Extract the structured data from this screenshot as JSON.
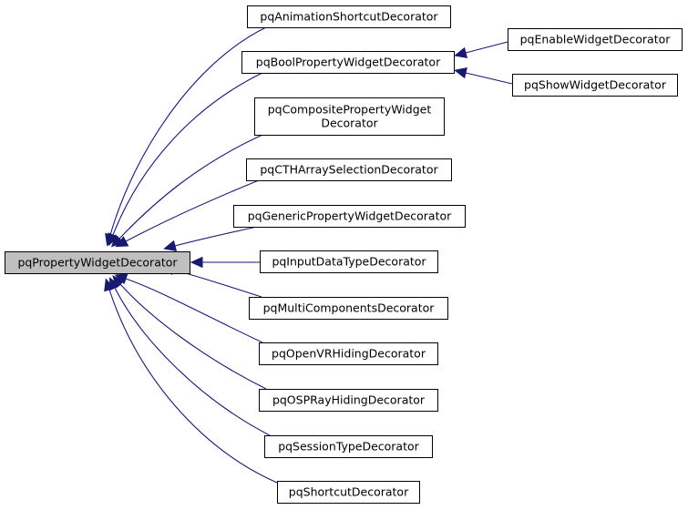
{
  "diagram": {
    "type": "inheritance-graph",
    "colors": {
      "edge": "#191970",
      "root_fill": "#bfbfbf",
      "node_fill": "#ffffff",
      "node_border": "#000000"
    },
    "root": {
      "id": "root",
      "label": "pqPropertyWidgetDecorator"
    },
    "nodes": [
      {
        "id": "animation",
        "label": "pqAnimationShortcutDecorator"
      },
      {
        "id": "bool",
        "label": "pqBoolPropertyWidgetDecorator"
      },
      {
        "id": "enable",
        "label": "pqEnableWidgetDecorator"
      },
      {
        "id": "show",
        "label": "pqShowWidgetDecorator"
      },
      {
        "id": "composite",
        "label": "pqCompositePropertyWidget Decorator",
        "lines": [
          "pqCompositePropertyWidget",
          "Decorator"
        ]
      },
      {
        "id": "cth",
        "label": "pqCTHArraySelectionDecorator"
      },
      {
        "id": "generic",
        "label": "pqGenericPropertyWidgetDecorator"
      },
      {
        "id": "input",
        "label": "pqInputDataTypeDecorator"
      },
      {
        "id": "multi",
        "label": "pqMultiComponentsDecorator"
      },
      {
        "id": "openvr",
        "label": "pqOpenVRHidingDecorator"
      },
      {
        "id": "ospray",
        "label": "pqOSPRayHidingDecorator"
      },
      {
        "id": "session",
        "label": "pqSessionTypeDecorator"
      },
      {
        "id": "shortcut",
        "label": "pqShortcutDecorator"
      }
    ],
    "edges": [
      {
        "from": "animation",
        "to": "root"
      },
      {
        "from": "bool",
        "to": "root"
      },
      {
        "from": "composite",
        "to": "root"
      },
      {
        "from": "cth",
        "to": "root"
      },
      {
        "from": "generic",
        "to": "root"
      },
      {
        "from": "input",
        "to": "root"
      },
      {
        "from": "multi",
        "to": "root"
      },
      {
        "from": "openvr",
        "to": "root"
      },
      {
        "from": "ospray",
        "to": "root"
      },
      {
        "from": "session",
        "to": "root"
      },
      {
        "from": "shortcut",
        "to": "root"
      },
      {
        "from": "enable",
        "to": "bool"
      },
      {
        "from": "show",
        "to": "bool"
      }
    ]
  }
}
